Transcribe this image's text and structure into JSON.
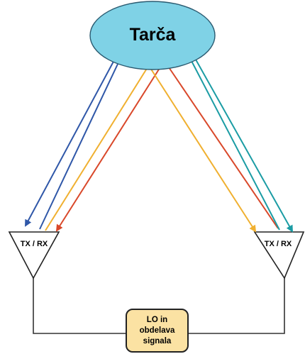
{
  "target": {
    "label": "Tarča"
  },
  "left_antenna": {
    "label": "TX / RX"
  },
  "right_antenna": {
    "label": "TX / RX"
  },
  "processing": {
    "label": "LO in\nobdelava\nsignala"
  },
  "colors": {
    "target_fill": "#7fd2e6",
    "box_fill": "#fbe2a3",
    "ray_blue": "#2f57a8",
    "ray_orange": "#f0b030",
    "ray_red": "#d9482a",
    "ray_teal": "#1b9ca4",
    "line": "#333333"
  }
}
